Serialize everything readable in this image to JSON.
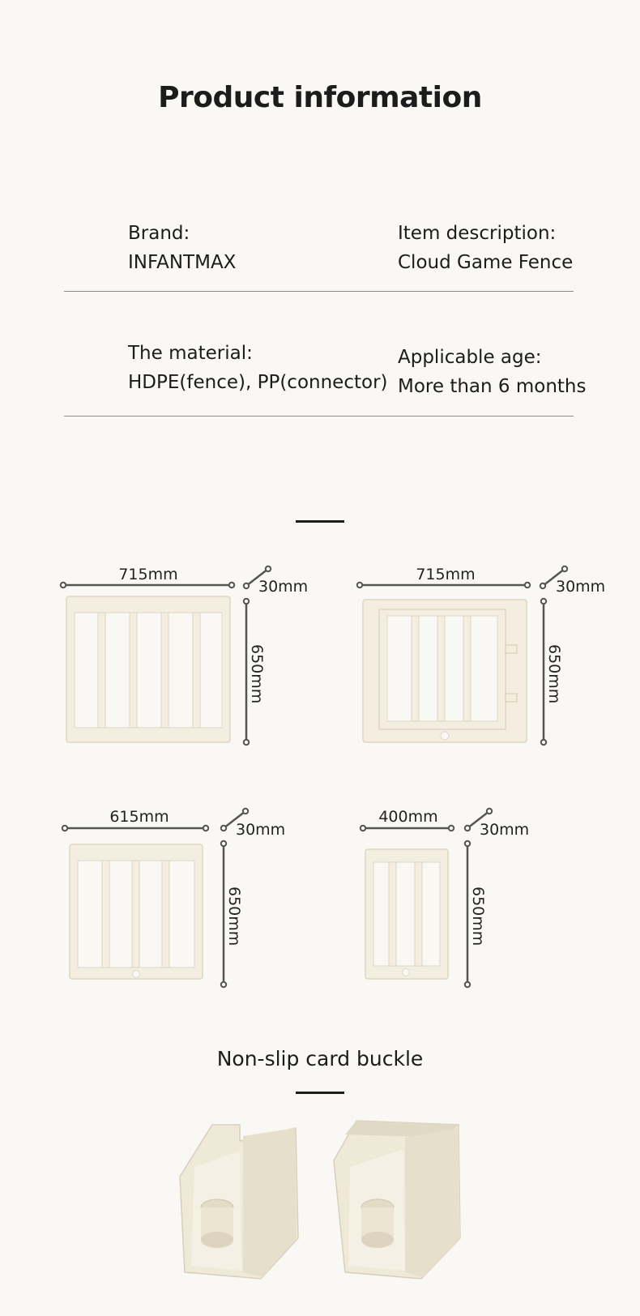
{
  "title": "Product information",
  "info": {
    "brand_label": "Brand:",
    "brand_value": "INFANTMAX",
    "item_label": "Item description:",
    "item_value": "Cloud Game Fence",
    "material_label": "The material:",
    "material_value": "HDPE(fence), PP(connector)",
    "age_label": "Applicable age:",
    "age_value": "More than 6 months"
  },
  "panels": [
    {
      "width": "715mm",
      "depth": "30mm",
      "height": "650mm",
      "type": "fence-panel-5-bars"
    },
    {
      "width": "715mm",
      "depth": "30mm",
      "height": "650mm",
      "type": "gate-panel"
    },
    {
      "width": "615mm",
      "depth": "30mm",
      "height": "650mm",
      "type": "fence-panel-4-bars"
    },
    {
      "width": "400mm",
      "depth": "30mm",
      "height": "650mm",
      "type": "fence-panel-3-bars"
    }
  ],
  "buckle_title": "Non-slip card buckle",
  "colors": {
    "background": "#f9f8f4",
    "panel": "#f3eedf",
    "panel_edge": "#dcd5c2",
    "dimension_line": "#555555"
  }
}
